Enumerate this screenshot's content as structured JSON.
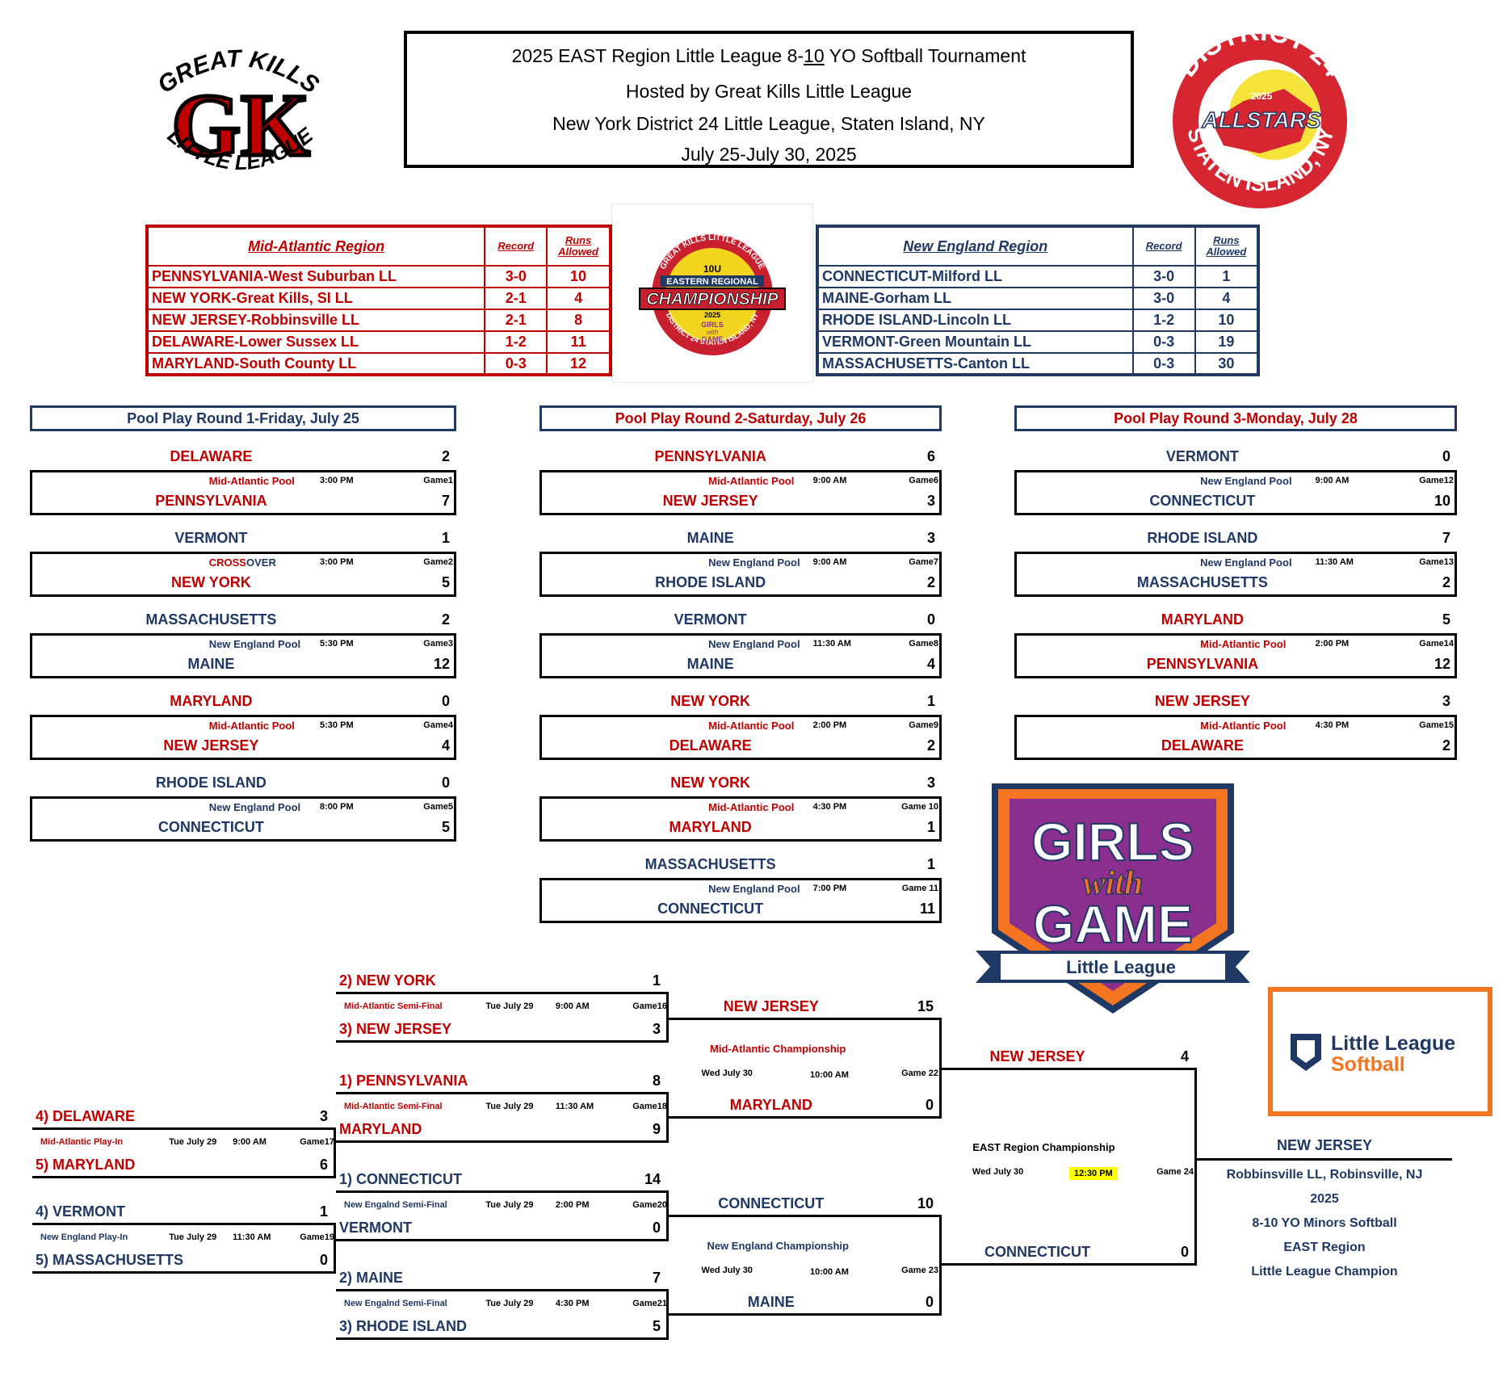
{
  "header": {
    "line1_pre": "2025 EAST Region Little League 8-",
    "line1_u": "10",
    "line1_post": " YO Softball Tournament",
    "line2": "Hosted by Great Kills Little League",
    "line3": "New York District 24 Little League, Staten Island, NY",
    "line4": "July 25-July 30, 2025"
  },
  "logos": {
    "gk_top": "GREAT KILLS",
    "gk_letters": "GK",
    "gk_bottom": "LITTLE LEAGUE",
    "d24_top": "DISTRICT 24",
    "d24_year": "2025",
    "d24_mid": "ALLSTARS",
    "d24_bottom": "STATEN ISLAND, NY",
    "champ_arc": "GREAT KILLS LITTLE LEAGUE",
    "champ_10u": "10U",
    "champ_eastern": "EASTERN REGIONAL",
    "champ_word": "CHAMPIONSHIP",
    "champ_year": "2025",
    "champ_girls": "GIRLS",
    "champ_with": "with",
    "champ_game": "GAME",
    "champ_bottom": "DISTRICT 24 STATEN ISLAND, NY",
    "gwg_girls": "GIRLS",
    "gwg_with": "with",
    "gwg_game": "GAME",
    "gwg_ll": "Little League",
    "lls_line1": "Little League",
    "lls_line2": "Softball",
    "accent_red": "#c00000",
    "accent_blue": "#1f3864",
    "accent_orange": "#f47521",
    "accent_purple": "#8b2f8e"
  },
  "standings": {
    "mid_atlantic": {
      "title": "Mid-Atlantic Region",
      "record_h": "Record",
      "runs_h": "Runs Allowed",
      "rows": [
        {
          "team": "PENNSYLVANIA-West Suburban LL",
          "record": "3-0",
          "runs": "10"
        },
        {
          "team": "NEW YORK-Great Kills, SI LL",
          "record": "2-1",
          "runs": "4"
        },
        {
          "team": "NEW JERSEY-Robbinsville LL",
          "record": "2-1",
          "runs": "8"
        },
        {
          "team": "DELAWARE-Lower Sussex LL",
          "record": "1-2",
          "runs": "11"
        },
        {
          "team": "MARYLAND-South County LL",
          "record": "0-3",
          "runs": "12"
        }
      ]
    },
    "new_england": {
      "title": "New England Region",
      "record_h": "Record",
      "runs_h": "Runs Allowed",
      "rows": [
        {
          "team": "CONNECTICUT-Milford LL",
          "record": "3-0",
          "runs": "1"
        },
        {
          "team": "MAINE-Gorham LL",
          "record": "3-0",
          "runs": "4"
        },
        {
          "team": "RHODE ISLAND-Lincoln LL",
          "record": "1-2",
          "runs": "10"
        },
        {
          "team": "VERMONT-Green Mountain LL",
          "record": "0-3",
          "runs": "19"
        },
        {
          "team": "MASSACHUSETTS-Canton LL",
          "record": "0-3",
          "runs": "30"
        }
      ]
    }
  },
  "rounds": [
    {
      "title": "Pool Play Round 1-Friday, July 25"
    },
    {
      "title": "Pool Play Round 2-Saturday, July 26"
    },
    {
      "title": "Pool Play Round 3-Monday, July 28"
    }
  ],
  "games": [
    {
      "top": "DELAWARE",
      "top_score": "2",
      "bot": "PENNSYLVANIA",
      "bot_score": "7",
      "pool": "Mid-Atlantic Pool",
      "time": "3:00 PM",
      "game": "Game1",
      "color": "red"
    },
    {
      "top": "VERMONT",
      "top_score": "1",
      "bot": "NEW YORK",
      "bot_score": "5",
      "pool_a": "CROSS",
      "pool_b": "OVER",
      "time": "3:00 PM",
      "game": "Game2",
      "color": "cross"
    },
    {
      "top": "MASSACHUSETTS",
      "top_score": "2",
      "bot": "MAINE",
      "bot_score": "12",
      "pool": "New England Pool",
      "time": "5:30 PM",
      "game": "Game3",
      "color": "blue"
    },
    {
      "top": "MARYLAND",
      "top_score": "0",
      "bot": "NEW JERSEY",
      "bot_score": "4",
      "pool": "Mid-Atlantic Pool",
      "time": "5:30 PM",
      "game": "Game4",
      "color": "red"
    },
    {
      "top": "RHODE ISLAND",
      "top_score": "0",
      "bot": "CONNECTICUT",
      "bot_score": "5",
      "pool": "New England Pool",
      "time": "8:00 PM",
      "game": "Game5",
      "color": "blue"
    },
    {
      "top": "PENNSYLVANIA",
      "top_score": "6",
      "bot": "NEW JERSEY",
      "bot_score": "3",
      "pool": "Mid-Atlantic Pool",
      "time": "9:00 AM",
      "game": "Game6",
      "color": "red"
    },
    {
      "top": "MAINE",
      "top_score": "3",
      "bot": "RHODE ISLAND",
      "bot_score": "2",
      "pool": "New England Pool",
      "time": "9:00 AM",
      "game": "Game7",
      "color": "blue"
    },
    {
      "top": "VERMONT",
      "top_score": "0",
      "bot": "MAINE",
      "bot_score": "4",
      "pool": "New England Pool",
      "time": "11:30 AM",
      "game": "Game8",
      "color": "blue"
    },
    {
      "top": "NEW YORK",
      "top_score": "1",
      "bot": "DELAWARE",
      "bot_score": "2",
      "pool": "Mid-Atlantic Pool",
      "time": "2:00 PM",
      "game": "Game9",
      "color": "red"
    },
    {
      "top": "NEW YORK",
      "top_score": "3",
      "bot": "MARYLAND",
      "bot_score": "1",
      "pool": "Mid-Atlantic Pool",
      "time": "4:30 PM",
      "game": "Game 10",
      "color": "red"
    },
    {
      "top": "MASSACHUSETTS",
      "top_score": "1",
      "bot": "CONNECTICUT",
      "bot_score": "11",
      "pool": "New England Pool",
      "time": "7:00 PM",
      "game": "Game 11",
      "color": "blue"
    },
    {
      "top": "VERMONT",
      "top_score": "0",
      "bot": "CONNECTICUT",
      "bot_score": "10",
      "pool": "New England Pool",
      "time": "9:00 AM",
      "game": "Game12",
      "color": "blue"
    },
    {
      "top": "RHODE ISLAND",
      "top_score": "7",
      "bot": "MASSACHUSETTS",
      "bot_score": "2",
      "pool": "New England Pool",
      "time": "11:30 AM",
      "game": "Game13",
      "color": "blue"
    },
    {
      "top": "MARYLAND",
      "top_score": "5",
      "bot": "PENNSYLVANIA",
      "bot_score": "12",
      "pool": "Mid-Atlantic Pool",
      "time": "2:00 PM",
      "game": "Game14",
      "color": "red"
    },
    {
      "top": "NEW JERSEY",
      "top_score": "3",
      "bot": "DELAWARE",
      "bot_score": "2",
      "pool": "Mid-Atlantic Pool",
      "time": "4:30 PM",
      "game": "Game15",
      "color": "red"
    }
  ],
  "bracket": {
    "playin_ma": {
      "top": "4) DELAWARE",
      "top_score": "3",
      "bot": "5) MARYLAND",
      "bot_score": "6",
      "label": "Mid-Atlantic Play-In",
      "date": "Tue July 29",
      "time": "9:00 AM",
      "game": "Game17"
    },
    "playin_ne": {
      "top": "4) VERMONT",
      "top_score": "1",
      "bot": "5) MASSACHUSETTS",
      "bot_score": "0",
      "label": "New England Play-In",
      "date": "Tue July 29",
      "time": "11:30 AM",
      "game": "Game19"
    },
    "semi1": {
      "top": "2) NEW YORK",
      "top_score": "1",
      "bot": "3) NEW JERSEY",
      "bot_score": "3",
      "label": "Mid-Atlantic Semi-Final",
      "date": "Tue July 29",
      "time": "9:00 AM",
      "game": "Game16"
    },
    "semi2": {
      "top": "1) PENNSYLVANIA",
      "top_score": "8",
      "bot": "MARYLAND",
      "bot_score": "9",
      "label": "Mid-Atlantic Semi-Final",
      "date": "Tue July 29",
      "time": "11:30 AM",
      "game": "Game18"
    },
    "semi3": {
      "top": "1) CONNECTICUT",
      "top_score": "14",
      "bot": "VERMONT",
      "bot_score": "0",
      "label": "New Engalnd Semi-Final",
      "date": "Tue July 29",
      "time": "2:00 PM",
      "game": "Game20"
    },
    "semi4": {
      "top": "2) MAINE",
      "top_score": "7",
      "bot": "3) RHODE ISLAND",
      "bot_score": "5",
      "label": "New Engalnd Semi-Final",
      "date": "Tue July 29",
      "time": "4:30 PM",
      "game": "Game21"
    },
    "ma_final": {
      "top": "NEW JERSEY",
      "top_score": "15",
      "bot": "MARYLAND",
      "bot_score": "0",
      "label": "Mid-Atlantic Championship",
      "date": "Wed July 30",
      "time": "10:00 AM",
      "game": "Game 22"
    },
    "ne_final": {
      "top": "CONNECTICUT",
      "top_score": "10",
      "bot": "MAINE",
      "bot_score": "0",
      "label": "New England Championship",
      "date": "Wed July 30",
      "time": "10:00 AM",
      "game": "Game 23"
    },
    "east_final": {
      "top": "NEW JERSEY",
      "top_score": "4",
      "bot": "CONNECTICUT",
      "bot_score": "0",
      "label": "EAST Region Championship",
      "date": "Wed July 30",
      "time": "12:30 PM",
      "game": "Game 24"
    },
    "champion": {
      "team": "NEW JERSEY",
      "line1": "Robbinsville LL, Robinsville, NJ",
      "line2": "2025",
      "line3": "8-10 YO Minors Softball",
      "line4": "EAST Region",
      "line5": "Little League Champion"
    }
  }
}
